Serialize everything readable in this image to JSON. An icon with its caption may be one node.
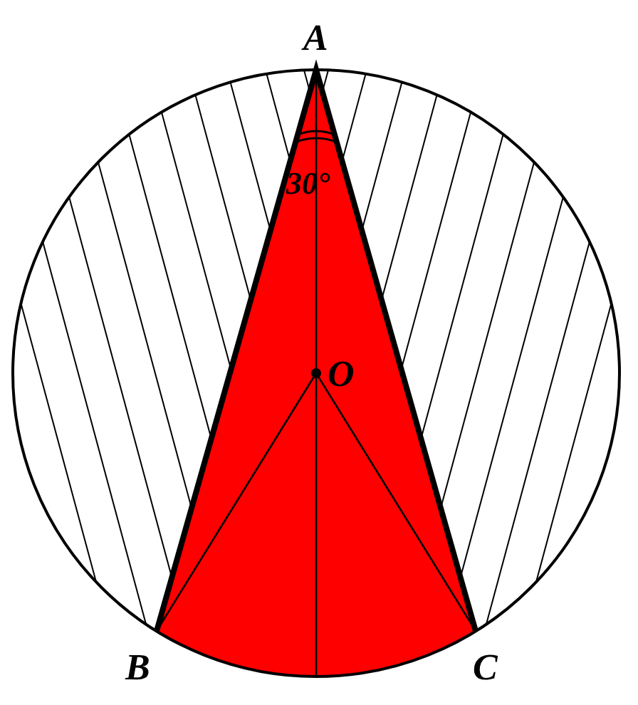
{
  "diagram": {
    "labels": [
      "A",
      "30°",
      "O",
      "B",
      "C"
    ]
  }
}
